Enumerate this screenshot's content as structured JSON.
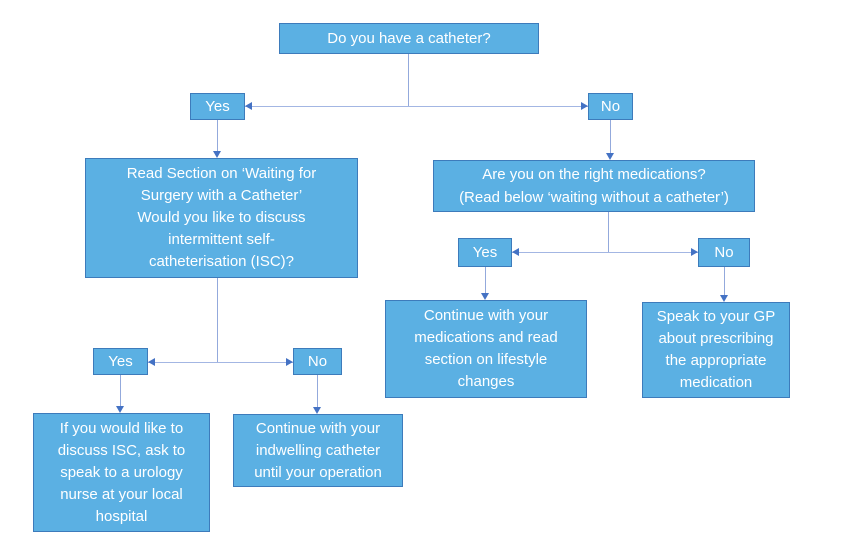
{
  "colors": {
    "node_fill": "#5BB0E3",
    "node_border": "#3D7BBB",
    "connector_line": "#93A9DC",
    "arrowhead": "#4472C4",
    "node_text": "#FFFFFF",
    "background": "#FFFFFF"
  },
  "nodes": {
    "root": {
      "label": "Do you have a catheter?"
    },
    "yes1": {
      "label": "Yes"
    },
    "no1": {
      "label": "No"
    },
    "waiting_with_catheter": {
      "lines": [
        "Read Section on ‘Waiting for",
        "Surgery with a Catheter’",
        "Would you like to discuss",
        "intermittent self-",
        "catheterisation (ISC)?"
      ]
    },
    "right_medications": {
      "lines": [
        "Are you on the right medications?",
        "(Read below ‘waiting without a catheter’)"
      ]
    },
    "yes2_left": {
      "label": "Yes"
    },
    "no2_left": {
      "label": "No"
    },
    "yes2_right": {
      "label": "Yes"
    },
    "no2_right": {
      "label": "No"
    },
    "urology_nurse": {
      "lines": [
        "If you would like to",
        "discuss ISC, ask to",
        "speak to a urology",
        "nurse at your local",
        "hospital"
      ]
    },
    "indwelling_catheter": {
      "lines": [
        "Continue with your",
        "indwelling catheter",
        "until your operation"
      ]
    },
    "continue_medications": {
      "lines": [
        "Continue with your",
        "medications and read",
        "section on lifestyle",
        "changes"
      ]
    },
    "gp_prescribing": {
      "lines": [
        "Speak to your GP",
        "about prescribing",
        "the appropriate",
        "medication"
      ]
    }
  }
}
